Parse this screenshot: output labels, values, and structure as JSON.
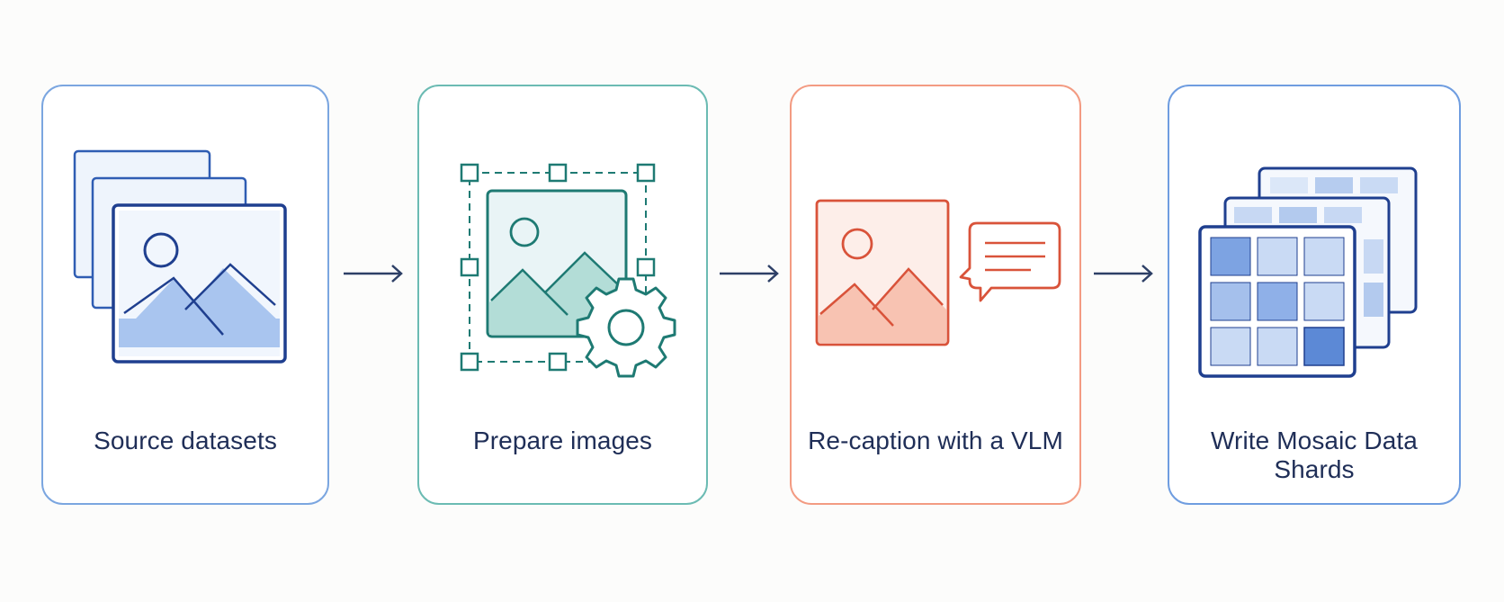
{
  "steps": [
    {
      "label": "Source datasets",
      "icon": "stacked-images-icon",
      "color": "#5b8fd8"
    },
    {
      "label": "Prepare images",
      "icon": "image-transform-gear-icon",
      "color": "#3aa79e"
    },
    {
      "label": "Re-caption with a VLM",
      "icon": "image-caption-bubble-icon",
      "color": "#f08a6c"
    },
    {
      "label": "Write Mosaic Data Shards",
      "icon": "data-shards-grid-icon",
      "color": "#4a80d6"
    }
  ],
  "colors": {
    "navy": "#1f3f8f",
    "teal": "#1e7a73",
    "coral": "#d9533a",
    "arrow": "#2d3f66"
  }
}
